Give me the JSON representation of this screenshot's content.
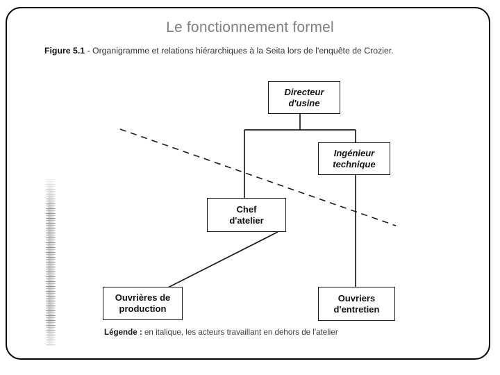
{
  "slide": {
    "title": "Le fonctionnement formel",
    "title_color": "#7f7f7f",
    "background_color": "#ffffff",
    "frame_color": "#000000"
  },
  "figure": {
    "caption_label": "Figure 5.1",
    "caption_text": " - Organigramme et relations hiérarchiques à la Seita lors de l'enquête de Crozier.",
    "legend_label": "Légende :",
    "legend_text": " en italique, les acteurs travaillant en dehors de l'atelier",
    "boxes": [
      {
        "id": "directeur",
        "label": "Directeur\nd'usine",
        "style": "italic"
      },
      {
        "id": "ingenieur",
        "label": "Ingénieur\ntechnique",
        "style": "italic"
      },
      {
        "id": "chef",
        "label": "Chef\nd'atelier",
        "style": "upright"
      },
      {
        "id": "ouvrieres",
        "label": "Ouvrières de\nproduction",
        "style": "upright"
      },
      {
        "id": "ouvriers",
        "label": "Ouvriers\nd'entretien",
        "style": "upright"
      }
    ],
    "relations": [
      {
        "from": "directeur",
        "to": "chef",
        "line": "solid"
      },
      {
        "from": "directeur",
        "to": "ingenieur",
        "line": "solid"
      },
      {
        "from": "ingenieur",
        "to": "ouvriers",
        "line": "solid"
      },
      {
        "from": "chef",
        "to": "ouvrieres",
        "line": "solid"
      },
      {
        "from": "atelier-boundary",
        "to": "atelier-boundary",
        "line": "dashed"
      }
    ]
  }
}
